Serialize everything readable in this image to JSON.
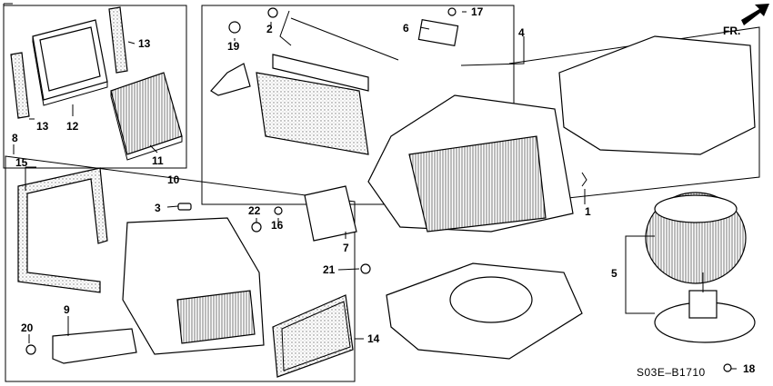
{
  "diagram": {
    "direction_label": "FR.",
    "diagram_code": "S03E–B1710",
    "callouts": [
      "1",
      "2",
      "3",
      "4",
      "5",
      "6",
      "7",
      "8",
      "9",
      "10",
      "11",
      "12",
      "13",
      "13",
      "14",
      "15",
      "16",
      "17",
      "18",
      "19",
      "20",
      "21",
      "22"
    ]
  }
}
